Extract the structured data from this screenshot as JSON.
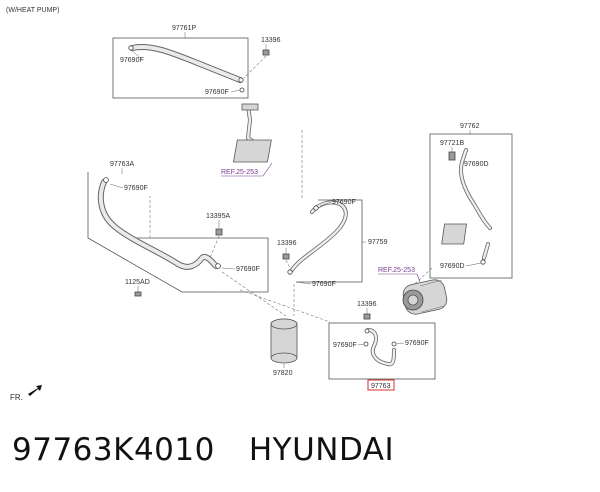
{
  "header_note": "(W/HEAT PUMP)",
  "front_label": "FR.",
  "part_number": "97763K4010",
  "brand": "HYUNDAI",
  "labels": {
    "p97761p": "97761P",
    "p13396_a": "13396",
    "p97690f_a": "97690F",
    "p97690f_b": "97690F",
    "ref_25253_a": "REF.25-253",
    "p97763a": "97763A",
    "p97690f_c": "97690F",
    "p13395a": "13395A",
    "p97690f_d": "97690F",
    "p1125ad": "1125AD",
    "p97690f_e": "97690F",
    "p13396_b": "13396",
    "p97759": "97759",
    "p97690f_f": "97690F",
    "p97762": "97762",
    "p97721b": "97721B",
    "p97690d_a": "97690D",
    "ref_25253_b": "REF.25-253",
    "p97690d_b": "97690D",
    "p13396_c": "13396",
    "p97690f_g": "97690F",
    "p97690f_h": "97690F",
    "p97820": "97820",
    "p97763": "97763"
  },
  "colors": {
    "reference": "#7a3b8f",
    "highlight": "#d0302f"
  }
}
